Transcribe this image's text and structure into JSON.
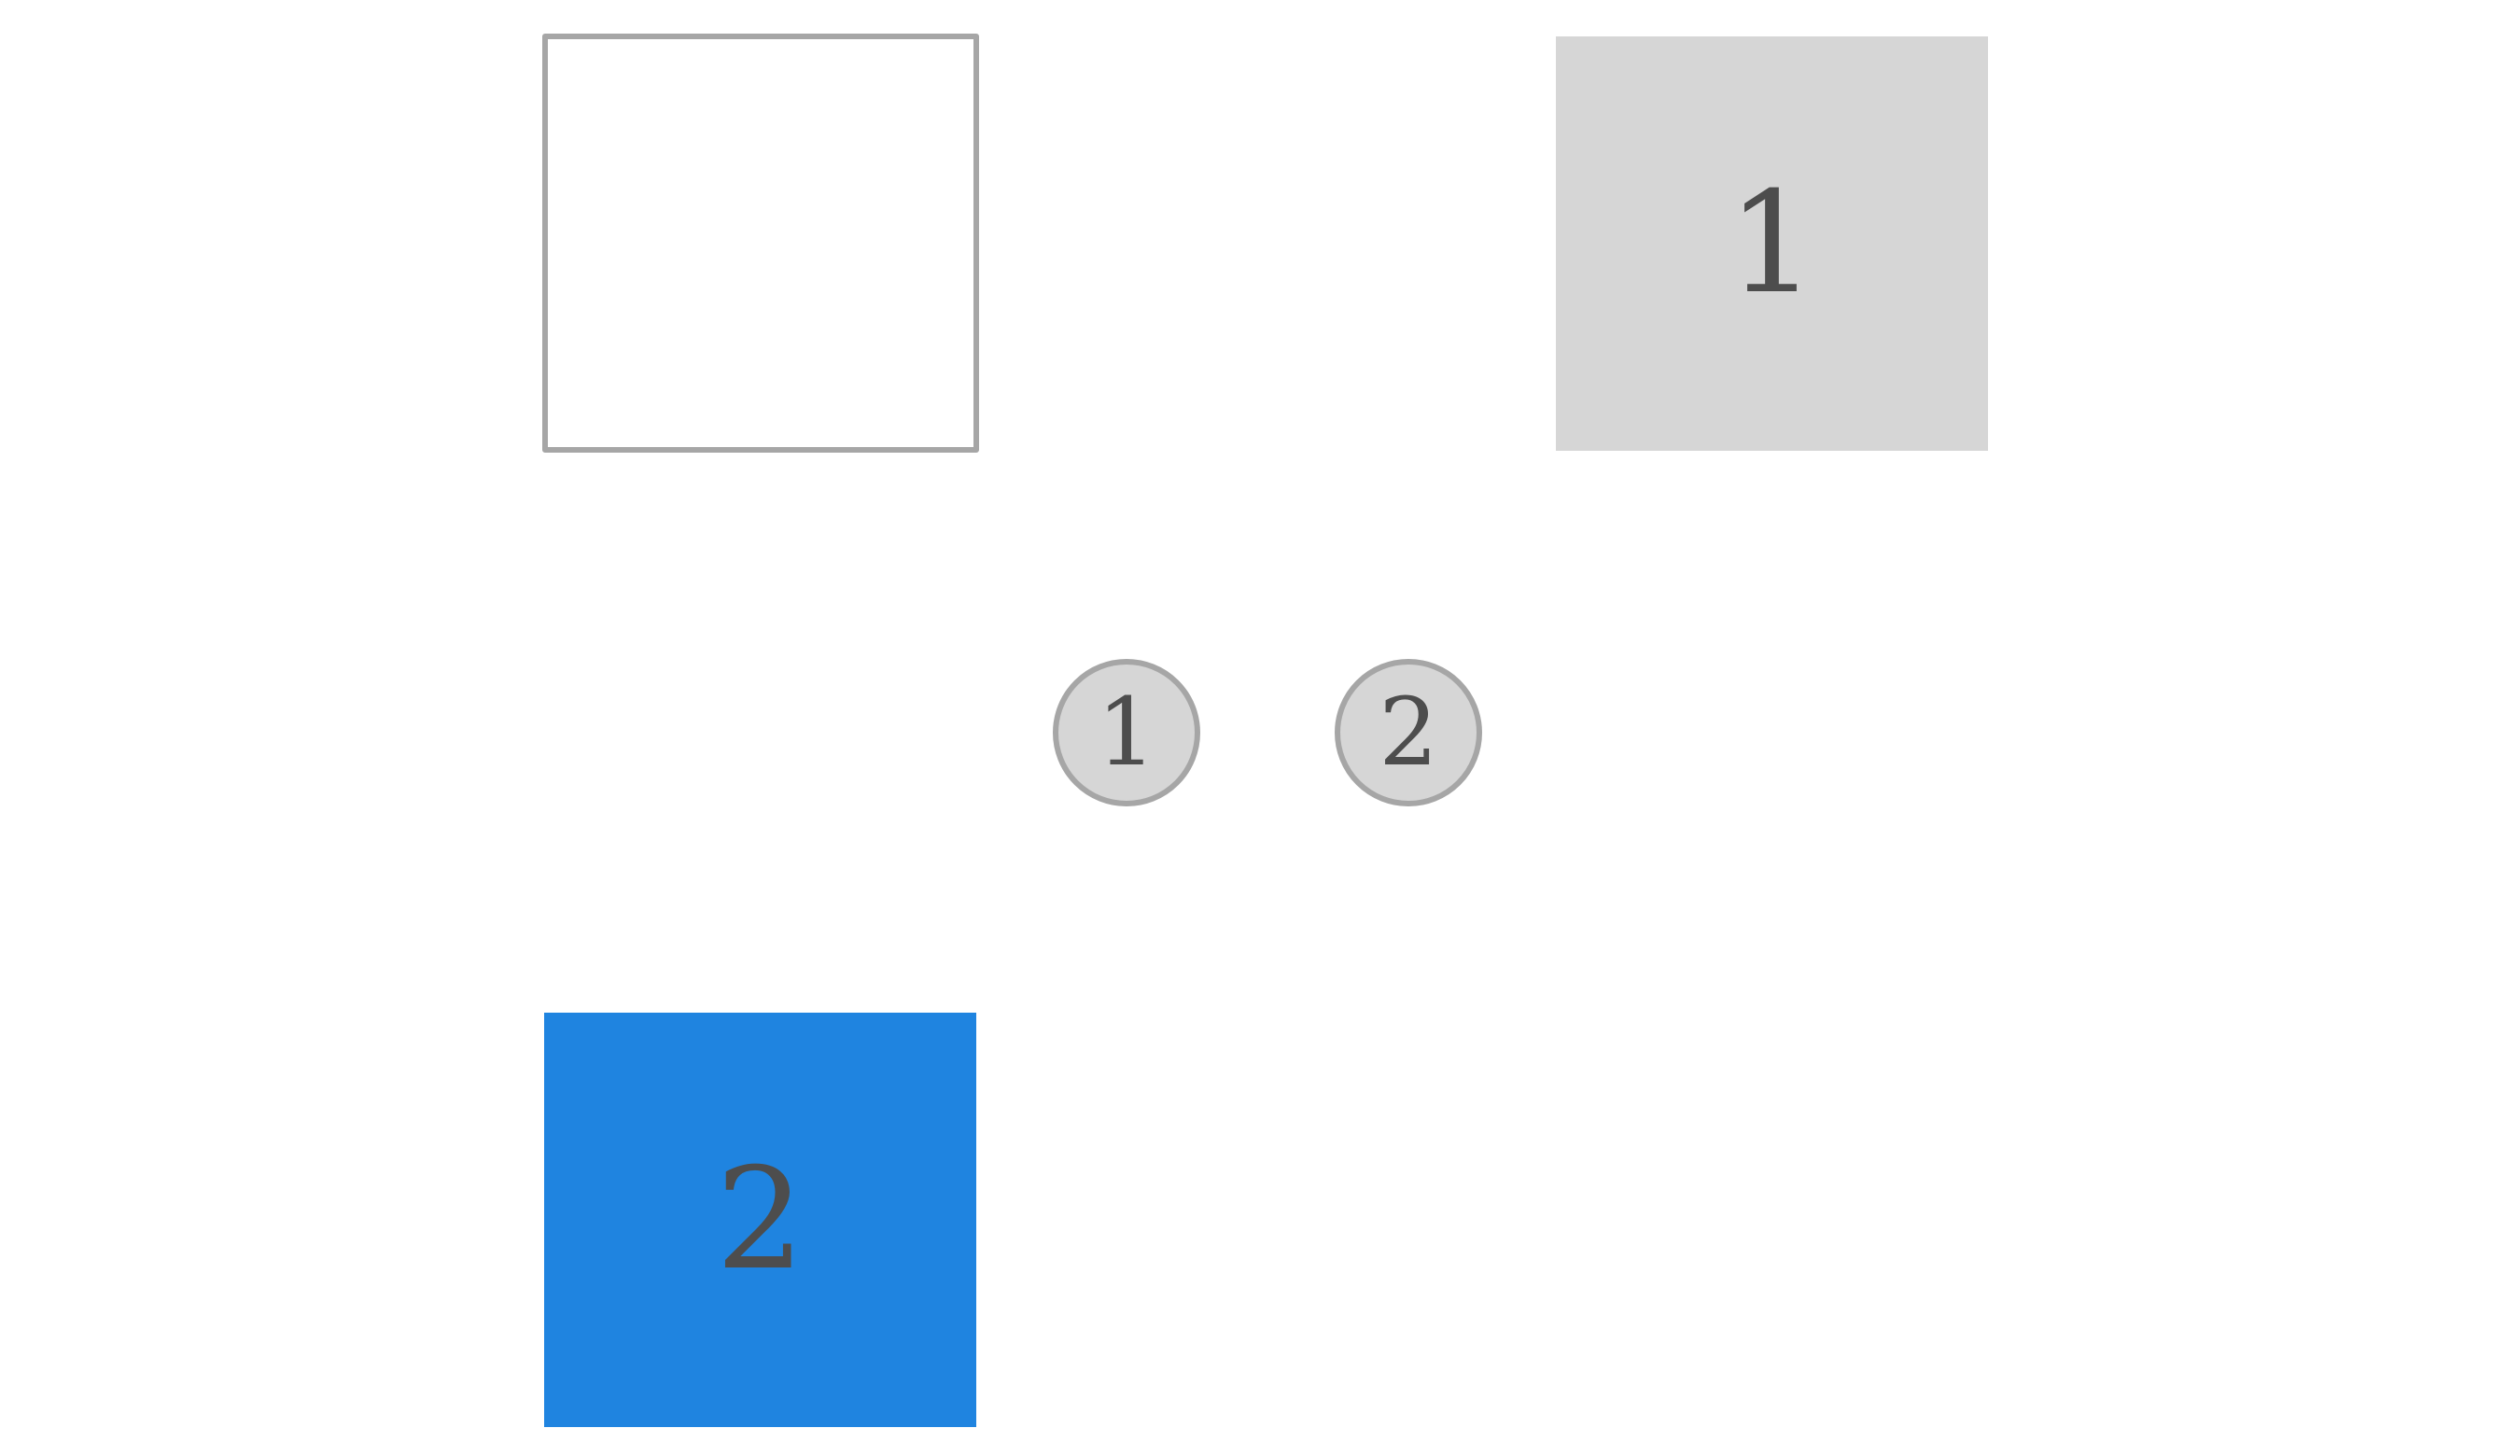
{
  "board": {
    "empty_slot": {
      "label": ""
    },
    "slot_a": {
      "label": "1",
      "fill": "#d6d6d6"
    },
    "slot_b": {
      "label": "2",
      "fill": "#1f84e0"
    }
  },
  "tokens": [
    {
      "label": "1",
      "fill": "#d6d6d6",
      "border": "#a6a6a6"
    },
    {
      "label": "2",
      "fill": "#d6d6d6",
      "border": "#a6a6a6"
    }
  ],
  "colors": {
    "text": "#4d4d4d",
    "outline": "#a6a6a6",
    "accent_blue": "#1f84e0",
    "neutral_gray": "#d6d6d6"
  }
}
